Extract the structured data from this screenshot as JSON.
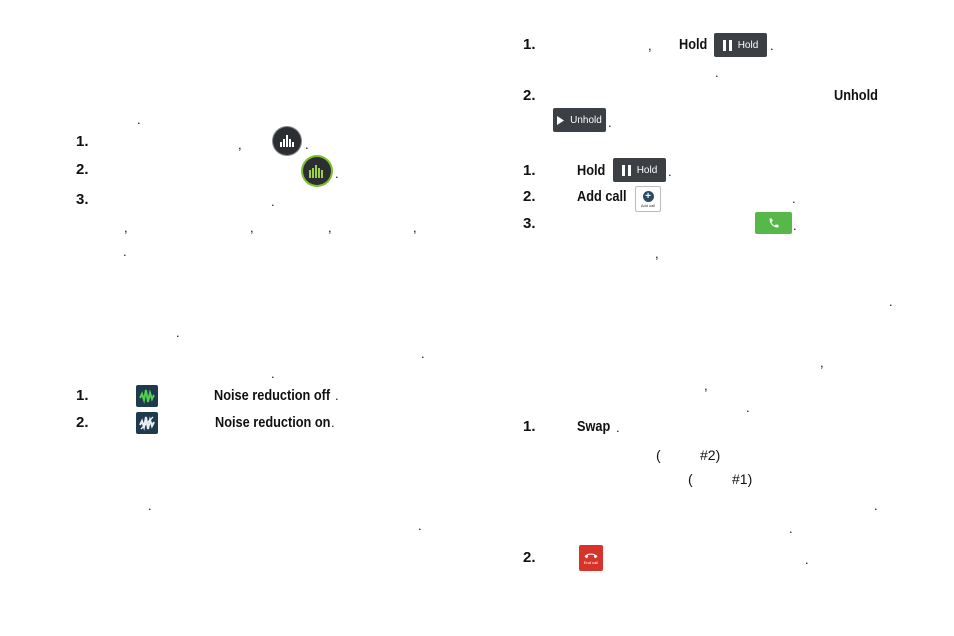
{
  "left": {
    "dot_1": ".",
    "step1_num": "1.",
    "step1_comma": ",",
    "step1_dot": ".",
    "step2_num": "2.",
    "step2_dot": ".",
    "step3_num": "3.",
    "step3_dot": ".",
    "commas": [
      ",",
      ",",
      ",",
      ","
    ],
    "dot_2": ".",
    "dot_3": ".",
    "dot_4": ".",
    "dot_5": ".",
    "noise_1_num": "1.",
    "noise_off_label": "Noise reduction off",
    "noise_1_dot": ".",
    "noise_2_num": "2.",
    "noise_on_label": "Noise reduction on",
    "noise_2_dot": ".",
    "dot_6": ".",
    "dot_7": "."
  },
  "right": {
    "hold_section": {
      "step1_num": "1.",
      "step1_comma": ",",
      "hold_label": "Hold",
      "hold_btn_text": "Hold",
      "step1_dot": ".",
      "line2_dot": ".",
      "step2_num": "2.",
      "unhold_label": "Unhold",
      "unhold_btn_text": "Unhold",
      "step2_dot": "."
    },
    "add_section": {
      "step1_num": "1.",
      "hold_label": "Hold",
      "hold_btn_text": "Hold",
      "step1_dot": ".",
      "step2_num": "2.",
      "add_call_label": "Add call",
      "add_call_btn_text": "Add call",
      "step2_dot": ".",
      "step3_num": "3.",
      "step3_dot": ".",
      "comma_1": ","
    },
    "misc": {
      "dot_1": ".",
      "comma_2": ",",
      "comma_3": ",",
      "dot_2": "."
    },
    "swap_section": {
      "step1_num": "1.",
      "swap_label": "Swap",
      "swap_dot": ".",
      "open_paren_2": "(",
      "call2_text": "#2)",
      "open_paren_1": "(",
      "call1_text": "#1)",
      "dot_a": ".",
      "dot_b": ".",
      "step2_num": "2.",
      "end_call_btn_text": "End call",
      "step2_dot": "."
    }
  },
  "colors": {
    "green_accent": "#55b848",
    "end_call_red": "#d7332b",
    "dark_button": "#3c3f44"
  }
}
